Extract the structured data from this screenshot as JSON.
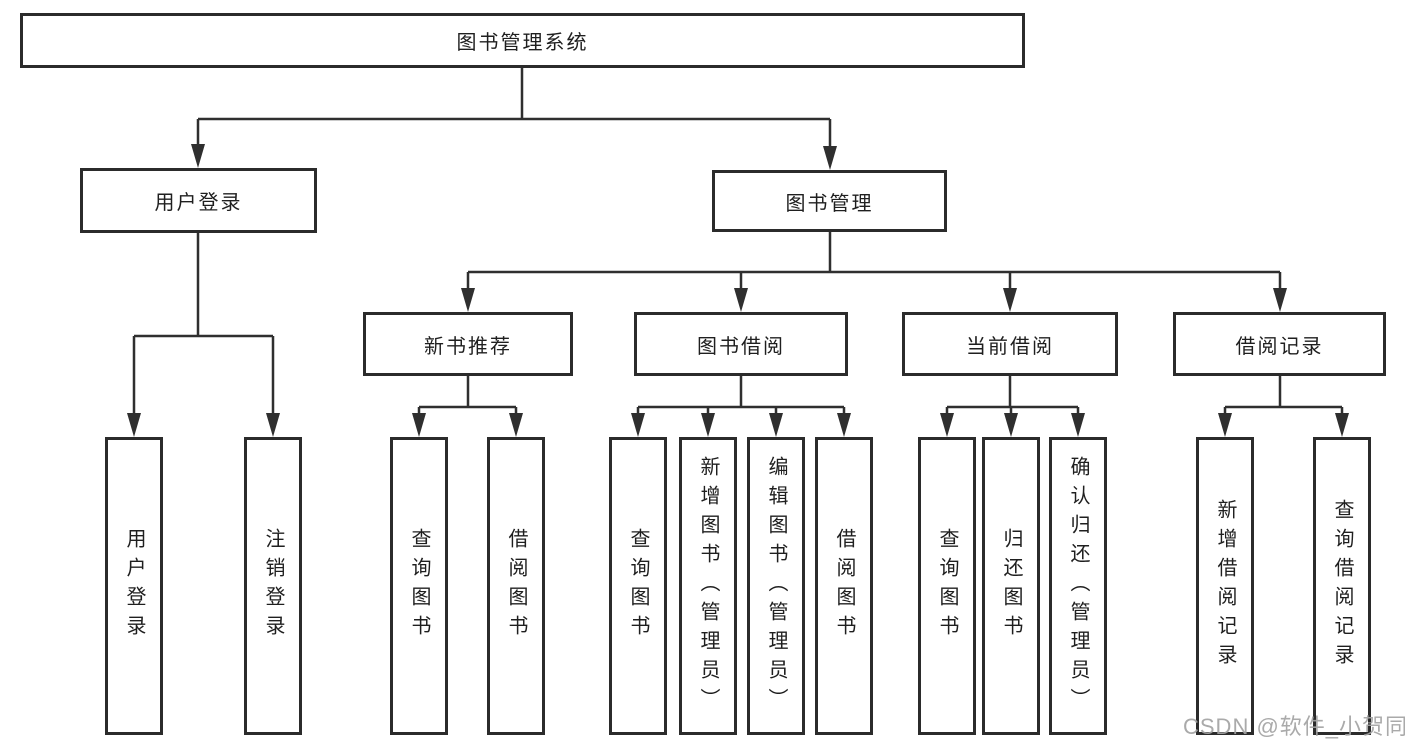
{
  "tree": {
    "root": "图书管理系统",
    "branches": [
      {
        "label": "用户登录",
        "children": [
          "用户登录",
          "注销登录"
        ]
      },
      {
        "label": "图书管理",
        "groups": [
          {
            "label": "新书推荐",
            "children": [
              "查询图书",
              "借阅图书"
            ]
          },
          {
            "label": "图书借阅",
            "children": [
              "查询图书",
              "新增图书（管理员）",
              "编辑图书（管理员）",
              "借阅图书"
            ]
          },
          {
            "label": "当前借阅",
            "children": [
              "查询图书",
              "归还图书",
              "确认归还（管理员）"
            ]
          },
          {
            "label": "借阅记录",
            "children": [
              "新增借阅记录",
              "查询借阅记录"
            ]
          }
        ]
      }
    ]
  },
  "watermark": "CSDN @软件_小贺同学",
  "colors": {
    "line": "#2f2f2f",
    "box_border": "#2b2b2b",
    "text": "#1f1f1f",
    "watermark": "#a3a3a3",
    "background": "#ffffff"
  }
}
